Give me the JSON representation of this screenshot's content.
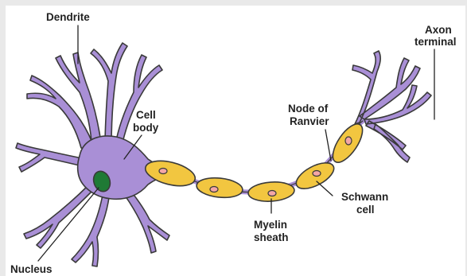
{
  "labels": {
    "dendrite": "Dendrite",
    "axon_terminal_line1": "Axon",
    "axon_terminal_line2": "terminal",
    "cell_body_line1": "Cell",
    "cell_body_line2": "body",
    "node_line1": "Node of",
    "node_line2": "Ranvier",
    "schwann_line1": "Schwann",
    "schwann_line2": "cell",
    "myelin_line1": "Myelin",
    "myelin_line2": "sheath",
    "nucleus": "Nucleus"
  },
  "colors": {
    "background": "#e9e9e9",
    "panel": "#ffffff",
    "neuron_body": "#a98fd6",
    "neuron_outline": "#3a3a3a",
    "nucleus": "#1f7a35",
    "myelin": "#f2c640",
    "myelin_nucleus": "#f4a6a6",
    "label_text": "#222222"
  }
}
